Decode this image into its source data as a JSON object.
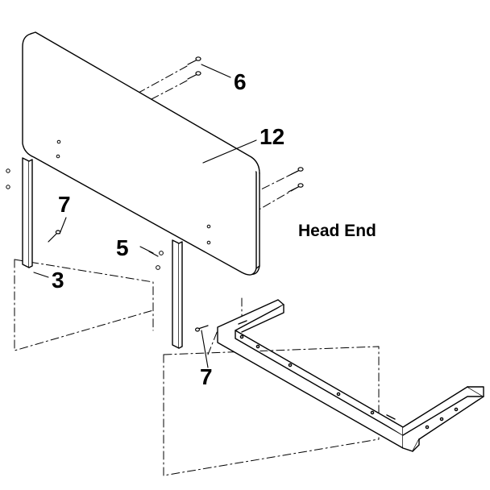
{
  "diagram": {
    "title": "Head End",
    "callouts": {
      "panel": "12",
      "bolts_top": "6",
      "screw_left": "7",
      "bracket": "3",
      "bolt_mid": "5",
      "screw_bottom": "7"
    }
  }
}
